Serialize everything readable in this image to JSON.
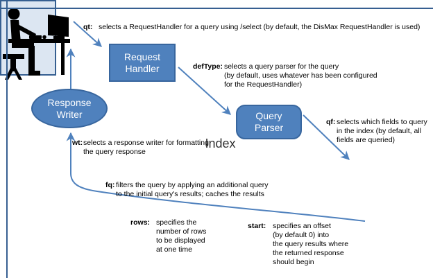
{
  "nodes": {
    "request_handler": {
      "lines": [
        "Request",
        "Handler"
      ]
    },
    "query_parser": {
      "lines": [
        "Query",
        "Parser"
      ]
    },
    "response_writer": {
      "lines": [
        "Response",
        "Writer"
      ]
    },
    "index": {
      "label": "Index"
    }
  },
  "annotations": {
    "qt": {
      "param": "qt:",
      "lines": [
        "selects a RequestHandler for a query using /select (by default, the DisMax RequestHandler is used)"
      ]
    },
    "defType": {
      "param": "defType:",
      "lines": [
        "selects a query parser for the query",
        "(by default, uses whatever has been configured",
        "for the RequestHandler)"
      ]
    },
    "qf": {
      "param": "qf:",
      "lines": [
        "selects which fields to query",
        "in the index (by default, all",
        "fields are queried)"
      ]
    },
    "wt": {
      "param": "wt:",
      "lines": [
        "selects a response writer for formatting",
        "the query response"
      ]
    },
    "fq": {
      "param": "fq:",
      "lines": [
        "filters the query by applying an additional query",
        "to the initial query's results; caches the results"
      ]
    },
    "rows": {
      "param": "rows:",
      "lines": [
        "specifies the",
        "number of rows",
        "to be displayed",
        "at one time"
      ]
    },
    "start": {
      "param": "start:",
      "lines": [
        "specifies an offset",
        "(by default 0) into",
        "the query results where",
        "the returned response",
        "should begin"
      ]
    }
  },
  "icons": {
    "user": "user-at-computer-icon"
  },
  "colors": {
    "node_fill": "#4f81bd",
    "node_border": "#38669e",
    "arrow": "#4f81bd",
    "index_fill": "#dce6f2",
    "index_border": "#365f91",
    "icon": "#000000",
    "text": "#000000"
  }
}
